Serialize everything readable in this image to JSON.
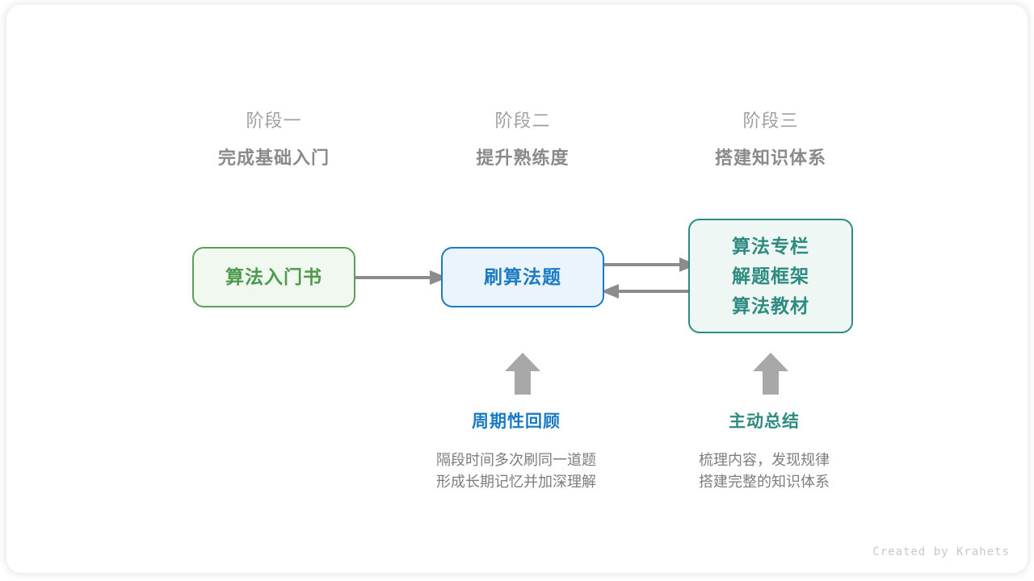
{
  "stages": [
    {
      "kicker": "阶段一",
      "title": "完成基础入门"
    },
    {
      "kicker": "阶段二",
      "title": "提升熟练度"
    },
    {
      "kicker": "阶段三",
      "title": "搭建知识体系"
    }
  ],
  "nodes": {
    "book": {
      "lines": [
        "算法入门书"
      ],
      "color": "#4c9a4c",
      "border": "#5a9e5a",
      "fill": "#f1f8f0"
    },
    "practice": {
      "lines": [
        "刷算法题"
      ],
      "color": "#1a7bc4",
      "border": "#1a7bc4",
      "fill": "#eaf4fc"
    },
    "resources": {
      "lines": [
        "算法专栏",
        "解题框架",
        "算法教材"
      ],
      "color": "#2e8b80",
      "border": "#2e8b80",
      "fill": "#eff7f5"
    }
  },
  "connectors": {
    "arrow_color": "#8c8c8c",
    "book_to_practice": "arrow-right",
    "practice_to_resources": "arrow-right",
    "resources_to_practice": "arrow-left",
    "up_arrow_review": "arrow-up",
    "up_arrow_summary": "arrow-up"
  },
  "annotations": [
    {
      "title": "周期性回顾",
      "accent": "#1a7bc4",
      "body": [
        "隔段时间多次刷同一道题",
        "形成长期记忆并加深理解"
      ]
    },
    {
      "title": "主动总结",
      "accent": "#2e8b80",
      "body": [
        "梳理内容，发现规律",
        "搭建完整的知识体系"
      ]
    }
  ],
  "credit": "Created by Krahets"
}
